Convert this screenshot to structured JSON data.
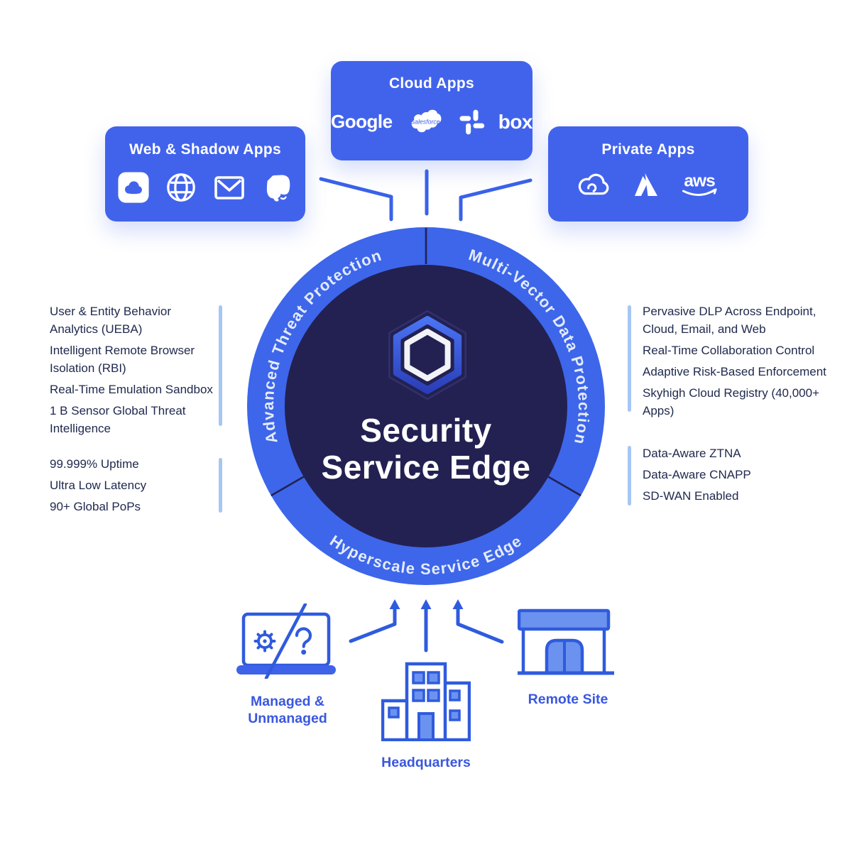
{
  "colors": {
    "box_blue": "#4163EC",
    "ring_blue": "#3D66EA",
    "navy": "#232152",
    "text_navy": "#202A4E",
    "label_blue": "#3A57DF",
    "icon_stroke": "#2F5BDD",
    "icon_fill": "#6B92EF",
    "bar_light_blue": "#A6C7F4"
  },
  "boxes": {
    "web": {
      "title": "Web & Shadow Apps",
      "icons": [
        "cloud-app-icon",
        "globe-icon",
        "email-icon",
        "evernote-icon"
      ]
    },
    "cloud": {
      "title": "Cloud Apps",
      "google": "Google",
      "salesforce": "salesforce",
      "box": "box",
      "icons": [
        "google-logo",
        "salesforce-logo",
        "slack-icon",
        "box-logo"
      ]
    },
    "private": {
      "title": "Private Apps",
      "aws": "aws",
      "icons": [
        "private-cloud-icon",
        "azure-icon",
        "aws-logo"
      ]
    }
  },
  "ring": {
    "left": "Advanced Threat Protection",
    "right": "Multi-Vector Data Protection",
    "bottom": "Hyperscale Service Edge"
  },
  "center": {
    "line1": "Security",
    "line2": "Service Edge"
  },
  "lists": {
    "left_top": {
      "items": [
        "User & Entity Behavior Analytics (UEBA)",
        "Intelligent Remote Browser Isolation (RBI)",
        "Real-Time Emulation Sandbox",
        "1 B Sensor Global Threat Intelligence"
      ]
    },
    "left_bottom": {
      "items": [
        "99.999% Uptime",
        "Ultra Low Latency",
        "90+ Global PoPs"
      ]
    },
    "right_top": {
      "items": [
        "Pervasive DLP Across Endpoint, Cloud, Email, and Web",
        "Real-Time Collaboration Control",
        "Adaptive Risk-Based Enforcement",
        "Skyhigh Cloud Registry (40,000+ Apps)"
      ]
    },
    "right_bottom": {
      "items": [
        "Data-Aware ZTNA",
        "Data-Aware CNAPP",
        "SD-WAN Enabled"
      ]
    }
  },
  "bottom_labels": {
    "managed": "Managed & Unmanaged",
    "headquarters": "Headquarters",
    "remote": "Remote Site"
  }
}
